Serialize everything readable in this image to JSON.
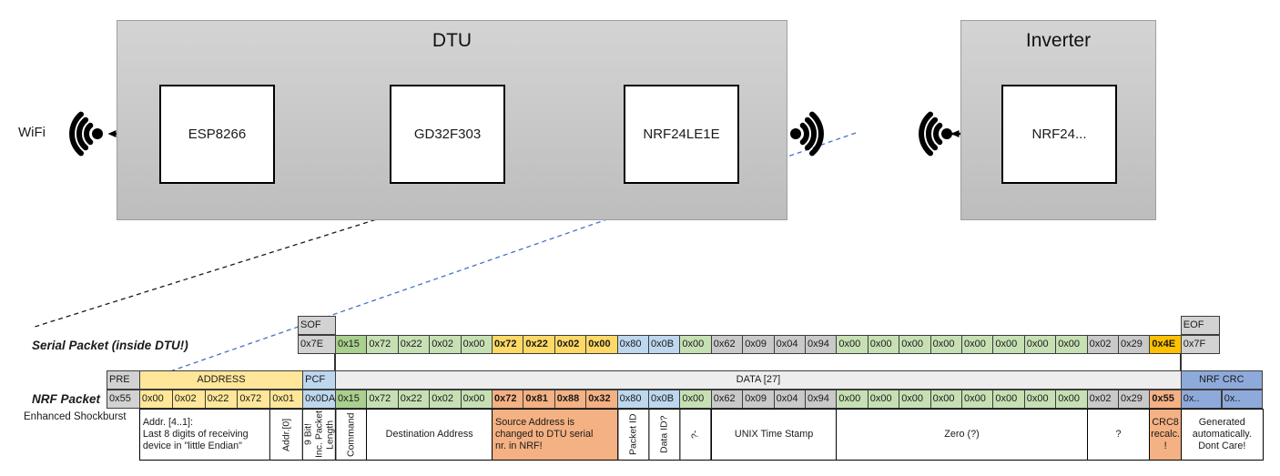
{
  "diagram": {
    "wifi_label": "WiFi",
    "dtu": {
      "title": "DTU",
      "nodes": [
        "ESP8266",
        "GD32F303",
        "NRF24LE1E"
      ]
    },
    "inverter": {
      "title": "Inverter",
      "nodes": [
        "NRF24..."
      ]
    }
  },
  "colors": {
    "gray_hdr": "#D2D2D2",
    "gray_cell": "#C9C9C9",
    "green_dark": "#A9D08E",
    "green_light": "#C6E0B4",
    "yellow": "#FFE699",
    "yellow_bold": "#FFD966",
    "gold": "#FFC000",
    "salmon": "#F4B183",
    "blue_light": "#BDD7EE",
    "blue_med": "#8EAADB",
    "data_hdr": "#EDEDED",
    "arrow_orange": "#ED7D31",
    "arrow_green": "#70AD47",
    "dash_blue": "#4472C4",
    "dash_black": "#1a1a1a"
  },
  "serial_packet": {
    "label": "Serial Packet (inside DTU!)",
    "sof_header": "SOF",
    "sof_value": "0x7E",
    "eof_header": "EOF",
    "eof_value": "0x7F",
    "bytes": [
      {
        "v": "0x15",
        "c": "green_dark"
      },
      {
        "v": "0x72",
        "c": "green_light"
      },
      {
        "v": "0x22",
        "c": "green_light"
      },
      {
        "v": "0x02",
        "c": "green_light"
      },
      {
        "v": "0x00",
        "c": "green_light"
      },
      {
        "v": "0x72",
        "c": "yellow_bold",
        "b": true
      },
      {
        "v": "0x22",
        "c": "yellow_bold",
        "b": true
      },
      {
        "v": "0x02",
        "c": "yellow_bold",
        "b": true
      },
      {
        "v": "0x00",
        "c": "yellow_bold",
        "b": true
      },
      {
        "v": "0x80",
        "c": "blue_light"
      },
      {
        "v": "0x0B",
        "c": "blue_light"
      },
      {
        "v": "0x00",
        "c": "green_light"
      },
      {
        "v": "0x62",
        "c": "gray_cell"
      },
      {
        "v": "0x09",
        "c": "gray_cell"
      },
      {
        "v": "0x04",
        "c": "gray_cell"
      },
      {
        "v": "0x94",
        "c": "gray_cell"
      },
      {
        "v": "0x00",
        "c": "green_light"
      },
      {
        "v": "0x00",
        "c": "green_light"
      },
      {
        "v": "0x00",
        "c": "green_light"
      },
      {
        "v": "0x00",
        "c": "green_light"
      },
      {
        "v": "0x00",
        "c": "green_light"
      },
      {
        "v": "0x00",
        "c": "green_light"
      },
      {
        "v": "0x00",
        "c": "green_light"
      },
      {
        "v": "0x00",
        "c": "green_light"
      },
      {
        "v": "0x02",
        "c": "gray_cell"
      },
      {
        "v": "0x29",
        "c": "gray_cell"
      },
      {
        "v": "0x4E",
        "c": "gold",
        "b": true
      }
    ]
  },
  "nrf_packet": {
    "label": "NRF Packet",
    "sublabel": "Enhanced Shockburst",
    "headers": [
      {
        "t": "PRE",
        "span": 1,
        "c": "gray_hdr",
        "ctr": false
      },
      {
        "t": "ADDRESS",
        "span": 5,
        "c": "yellow",
        "ctr": true
      },
      {
        "t": "PCF",
        "span": 1,
        "c": "blue_light",
        "ctr": false
      }
    ],
    "data_header": "DATA [27]",
    "crc_header": "NRF CRC",
    "prefix": [
      {
        "v": "0x55",
        "c": "gray_hdr"
      },
      {
        "v": "0x00",
        "c": "yellow"
      },
      {
        "v": "0x02",
        "c": "yellow"
      },
      {
        "v": "0x22",
        "c": "yellow"
      },
      {
        "v": "0x72",
        "c": "yellow"
      },
      {
        "v": "0x01",
        "c": "yellow"
      },
      {
        "v": "0x0DA",
        "c": "blue_light"
      }
    ],
    "bytes": [
      {
        "v": "0x15",
        "c": "green_dark"
      },
      {
        "v": "0x72",
        "c": "green_light"
      },
      {
        "v": "0x22",
        "c": "green_light"
      },
      {
        "v": "0x02",
        "c": "green_light"
      },
      {
        "v": "0x00",
        "c": "green_light"
      },
      {
        "v": "0x72",
        "c": "salmon",
        "b": true
      },
      {
        "v": "0x81",
        "c": "salmon",
        "b": true
      },
      {
        "v": "0x88",
        "c": "salmon",
        "b": true
      },
      {
        "v": "0x32",
        "c": "salmon",
        "b": true
      },
      {
        "v": "0x80",
        "c": "blue_light"
      },
      {
        "v": "0x0B",
        "c": "blue_light"
      },
      {
        "v": "0x00",
        "c": "green_light"
      },
      {
        "v": "0x62",
        "c": "gray_cell"
      },
      {
        "v": "0x09",
        "c": "gray_cell"
      },
      {
        "v": "0x04",
        "c": "gray_cell"
      },
      {
        "v": "0x94",
        "c": "gray_cell"
      },
      {
        "v": "0x00",
        "c": "green_light"
      },
      {
        "v": "0x00",
        "c": "green_light"
      },
      {
        "v": "0x00",
        "c": "green_light"
      },
      {
        "v": "0x00",
        "c": "green_light"
      },
      {
        "v": "0x00",
        "c": "green_light"
      },
      {
        "v": "0x00",
        "c": "green_light"
      },
      {
        "v": "0x00",
        "c": "green_light"
      },
      {
        "v": "0x00",
        "c": "green_light"
      },
      {
        "v": "0x02",
        "c": "gray_cell"
      },
      {
        "v": "0x29",
        "c": "gray_cell"
      },
      {
        "v": "0x55",
        "c": "salmon",
        "b": true
      }
    ],
    "crc": [
      {
        "v": "0x..",
        "c": "blue_med"
      },
      {
        "v": "0x..",
        "c": "blue_med"
      }
    ]
  },
  "annotations": [
    {
      "text": "Addr. [4..1]:\nLast 8 digits of receiving\ndevice in \"little Endian\"",
      "span": 4,
      "align": "left"
    },
    {
      "text": "Addr.[0]",
      "span": 1,
      "vertical": true
    },
    {
      "text": "9 Bit!\nInc. Packet\nLength",
      "span": 1,
      "vertical": true
    },
    {
      "text": "Command",
      "span": 1,
      "vertical": true
    },
    {
      "text": "Destination Address",
      "span": 4
    },
    {
      "text": "Source Address is\nchanged to DTU serial\nnr. in NRF!",
      "span": 4,
      "bg": "salmon",
      "align": "left"
    },
    {
      "text": "Packet ID",
      "span": 1,
      "vertical": true
    },
    {
      "text": "Data ID?",
      "span": 1,
      "vertical": true
    },
    {
      "text": "?-",
      "span": 1,
      "vertical": true
    },
    {
      "text": "UNIX Time Stamp",
      "span": 4
    },
    {
      "text": "Zero (?)",
      "span": 8
    },
    {
      "text": "?",
      "span": 2
    },
    {
      "text": "CRC8\nrecalc.\n!",
      "span": 1,
      "bg": "salmon"
    },
    {
      "text": "Generated\nautomatically.\nDont Care!",
      "span": 2
    }
  ]
}
